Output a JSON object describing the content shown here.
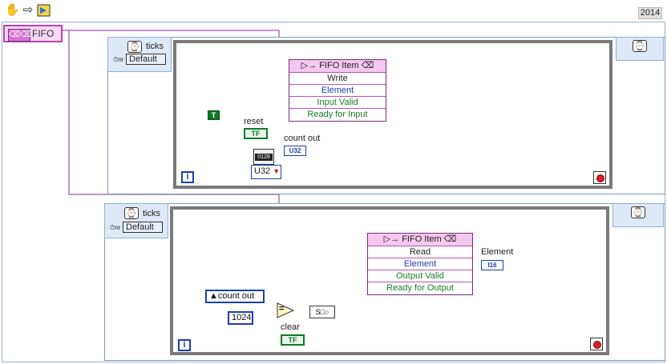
{
  "toolbar": {
    "icons": [
      "hand-tool-icon",
      "run-arrow-icon",
      "run-continuously-icon"
    ],
    "version": "2014"
  },
  "fifo_ref": {
    "label": "FIFO",
    "icon": "fifo-icon"
  },
  "write_loop": {
    "timing_label": "ticks",
    "source_value": "Default",
    "node": {
      "title": "FIFO Item",
      "mode": "Write",
      "terminals": [
        "Element",
        "Input Valid",
        "Ready for Input"
      ]
    },
    "true_const": "T",
    "reset_label": "reset",
    "reset_value": "TF",
    "count_out_label": "count out",
    "count_out_type": "U32",
    "counter_glyph": "0128",
    "type_ring": "U32",
    "iteration": "i"
  },
  "read_loop": {
    "timing_label": "ticks",
    "source_value": "Default",
    "node": {
      "title": "FIFO Item",
      "mode": "Read",
      "terminals": [
        "Element",
        "Output Valid",
        "Ready for Output"
      ]
    },
    "element_label": "Element",
    "element_type": "I16",
    "count_out_ref": "count out",
    "const_value": "1024",
    "compare_glyph": "=",
    "clear_label": "clear",
    "clear_value": "TF",
    "iteration": "i"
  },
  "colors": {
    "fifo_wire": "#8a2e86",
    "bool_wire": "#0f7a24",
    "num_wire": "#1a3fb0",
    "loop_border": "#7a7a7a",
    "stop_red": "#d8202b"
  }
}
